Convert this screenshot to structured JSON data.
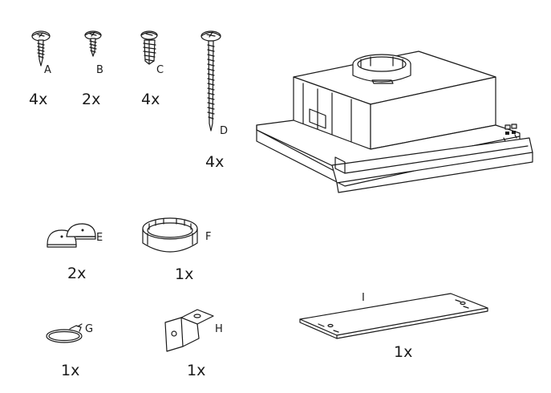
{
  "parts": [
    {
      "id": "A",
      "letter": "A",
      "qty": "4x",
      "icon": "screw-short-icon"
    },
    {
      "id": "B",
      "letter": "B",
      "qty": "2x",
      "icon": "screw-small-icon"
    },
    {
      "id": "C",
      "letter": "C",
      "qty": "4x",
      "icon": "wall-plug-screw-icon"
    },
    {
      "id": "D",
      "letter": "D",
      "qty": "4x",
      "icon": "screw-long-icon"
    },
    {
      "id": "E",
      "letter": "E",
      "qty": "2x",
      "icon": "half-disc-cover-icon"
    },
    {
      "id": "F",
      "letter": "F",
      "qty": "1x",
      "icon": "adapter-ring-icon"
    },
    {
      "id": "G",
      "letter": "G",
      "qty": "1x",
      "icon": "hose-clamp-icon"
    },
    {
      "id": "H",
      "letter": "H",
      "qty": "1x",
      "icon": "angle-bracket-icon"
    },
    {
      "id": "I",
      "letter": "I",
      "qty": "1x",
      "icon": "mounting-rail-icon"
    }
  ],
  "hood_icon": "telescopic-hood-icon"
}
